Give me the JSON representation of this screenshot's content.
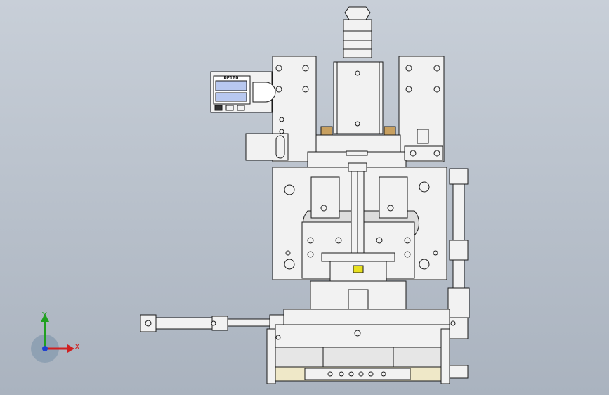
{
  "viewport": {
    "background_top": "#c8cfd8",
    "background_bottom": "#aab3bf"
  },
  "model": {
    "body_color": "#f2f2f2",
    "edge_color": "#1a1a1a",
    "accent_brass": "#c8a060",
    "accent_yellow": "#e8e020",
    "roller_color": "#efe8c8"
  },
  "sensor": {
    "display_label": "DP100",
    "lcd_color": "#b8c8f0"
  },
  "triad": {
    "x_label": "X",
    "y_label": "Y",
    "x_color": "#d02020",
    "y_color": "#20a020",
    "z_color": "#2040d0"
  }
}
